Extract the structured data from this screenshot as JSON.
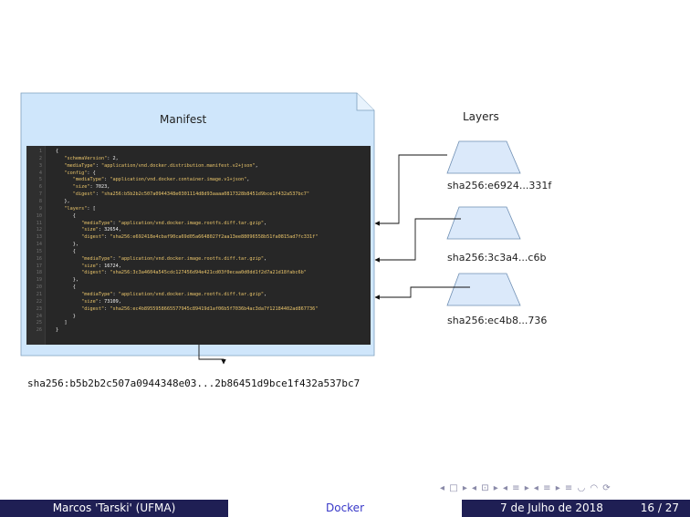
{
  "diagram": {
    "manifest_title": "Manifest",
    "layers_title": "Layers",
    "layers": [
      {
        "label": "sha256:e6924...331f"
      },
      {
        "label": "sha256:3c3a4...c6b"
      },
      {
        "label": "sha256:ec4b8...736"
      }
    ],
    "manifest_digest": "sha256:b5b2b2c507a0944348e03...2b86451d9bce1f432a537bc7",
    "code_lines": [
      {
        "n": "1",
        "text": "{"
      },
      {
        "n": "2",
        "text": "   \"schemaVersion\": 2,"
      },
      {
        "n": "3",
        "text": "   \"mediaType\": \"application/vnd.docker.distribution.manifest.v2+json\","
      },
      {
        "n": "4",
        "text": "   \"config\": {"
      },
      {
        "n": "5",
        "text": "      \"mediaType\": \"application/vnd.docker.container.image.v1+json\","
      },
      {
        "n": "6",
        "text": "      \"size\": 7023,"
      },
      {
        "n": "7",
        "text": "      \"digest\": \"sha256:b5b2b2c507a0944348e0301114d8d93aaaa0817328b8451d9bce1f432a537bc7\""
      },
      {
        "n": "8",
        "text": "   },"
      },
      {
        "n": "9",
        "text": "   \"layers\": ["
      },
      {
        "n": "10",
        "text": "      {"
      },
      {
        "n": "11",
        "text": "         \"mediaType\": \"application/vnd.docker.image.rootfs.diff.tar.gzip\","
      },
      {
        "n": "12",
        "text": "         \"size\": 32654,"
      },
      {
        "n": "13",
        "text": "         \"digest\": \"sha256:e692418e4cbaf90ca69d05a6648027f2aa13ee88096558b51fa0815ad7fc331f\""
      },
      {
        "n": "14",
        "text": "      },"
      },
      {
        "n": "15",
        "text": "      {"
      },
      {
        "n": "16",
        "text": "         \"mediaType\": \"application/vnd.docker.image.rootfs.diff.tar.gzip\","
      },
      {
        "n": "17",
        "text": "         \"size\": 16724,"
      },
      {
        "n": "18",
        "text": "         \"digest\": \"sha256:3c3a4604a545cdc127456d94e421cd03f0ecaa0d0dd1f2d7a21d18fabc6b\""
      },
      {
        "n": "19",
        "text": "      },"
      },
      {
        "n": "20",
        "text": "      {"
      },
      {
        "n": "21",
        "text": "         \"mediaType\": \"application/vnd.docker.image.rootfs.diff.tar.gzip\","
      },
      {
        "n": "22",
        "text": "         \"size\": 73109,"
      },
      {
        "n": "23",
        "text": "         \"digest\": \"sha256:ec4b8955958665577945c89419d1af06b5f7036b4ac3da7f12184402ad867736\""
      },
      {
        "n": "24",
        "text": "      }"
      },
      {
        "n": "25",
        "text": "   ]"
      },
      {
        "n": "26",
        "text": "}"
      }
    ]
  },
  "footer": {
    "author": "Marcos 'Tarski' (UFMA)",
    "topic": "Docker",
    "date": "7 de Julho de 2018",
    "page": "16 / 27"
  },
  "nav": {
    "symbols": "◂ □ ▸ ◂ ⊡ ▸ ◂ ≡ ▸ ◂ ≡ ▸ ≡ ◡ ◠ ⟳"
  },
  "colors": {
    "doc_fill": "#cfe6fb",
    "layer_fill": "#dbe9fa",
    "code_bg": "#272727",
    "footer_dark": "#1f1f54",
    "footer_link": "#3838c8"
  }
}
